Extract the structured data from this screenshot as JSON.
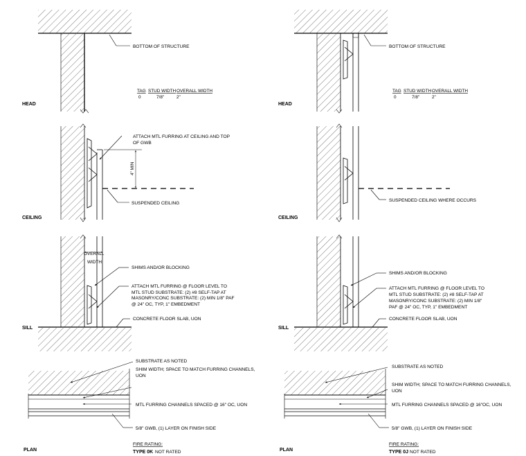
{
  "details": [
    {
      "id": "left",
      "head": {
        "label": "HEAD",
        "note_bottom_of_structure": "BOTTOM OF STRUCTURE",
        "table": {
          "headers": [
            "TAG",
            "STUD WIDTH",
            "OVERALL WIDTH"
          ],
          "values": [
            "0",
            "7/8\"",
            "2\""
          ]
        }
      },
      "ceiling": {
        "label": "CEILING",
        "note_attach": [
          "ATTACH MTL FURRING AT CEILING AND TOP",
          "OF GWB"
        ],
        "dim_text": "4\" MIN",
        "note_ceiling": "SUSPENDED CEILING"
      },
      "sill": {
        "label": "SILL",
        "dim_text": [
          "OVERALL",
          "WIDTH"
        ],
        "note_shims": "SHIMS AND/OR BLOCKING",
        "note_attach": [
          "ATTACH MTL FURRING @ FLOOR LEVEL TO",
          "MTL STUD SUBSTRATE: (2) #8 SELF-TAP AT",
          "MASONRY/CONC SUBSTRATE: (2) MIN 1/8\" PAF",
          "@ 24\" OC, TYP, 1\" EMBEDMENT"
        ],
        "note_slab": "CONCRETE FLOOR SLAB, UON"
      },
      "plan": {
        "label": "PLAN",
        "note_substrate": "SUBSTRATE AS NOTED",
        "note_shim": [
          "SHIM WIDTH; SPACE TO MATCH FURRING CHANNELS,",
          "UON"
        ],
        "note_channels": "MTL FURRING CHANNELS SPACED @ 16\" OC, UON",
        "note_gwb": "5/8\" GWB, (1) LAYER ON FINISH SIDE",
        "fire_rating_label": "FIRE RATING:",
        "type": "TYPE 0K",
        "rating": "NOT RATED"
      }
    },
    {
      "id": "right",
      "head": {
        "label": "HEAD",
        "note_bottom_of_structure": "BOTTOM OF STRUCTURE",
        "table": {
          "headers": [
            "TAG",
            "STUD WIDTH",
            "OVERALL WIDTH"
          ],
          "values": [
            "0",
            "7/8\"",
            "2\""
          ]
        }
      },
      "ceiling": {
        "label": "CEILING",
        "note_ceiling": "SUSPENDED CEILING WHERE OCCURS"
      },
      "sill": {
        "label": "SILL",
        "note_shims": "SHIMS AND/OR BLOCKING",
        "note_attach": [
          "ATTACH MTL FURRING @ FLOOR LEVEL TO",
          "MTL STUD SUBSTRATE: (2) #8 SELF-TAP AT",
          "MASONRY/CONC SUBSTRATE: (2) MIN 1/8\"",
          "PAF @ 24\" OC, TYP, 1\" EMBEDMENT"
        ],
        "note_slab": "CONCRETE FLOOR SLAB, UON"
      },
      "plan": {
        "label": "PLAN",
        "note_substrate": "SUBSTRATE AS NOTED",
        "note_shim": [
          "SHIM WIDTH; SPACE TO MATCH FURRING CHANNELS,",
          "UON"
        ],
        "note_channels": "MTL FURRING CHANNELS SPACED @ 16\"OC, UON",
        "note_gwb": "5/8\" GWB, (1) LAYER ON FINISH SIDE",
        "fire_rating_label": "FIRE RATING:",
        "type": "TYPE 0J",
        "rating": "NOT RATED"
      }
    }
  ]
}
